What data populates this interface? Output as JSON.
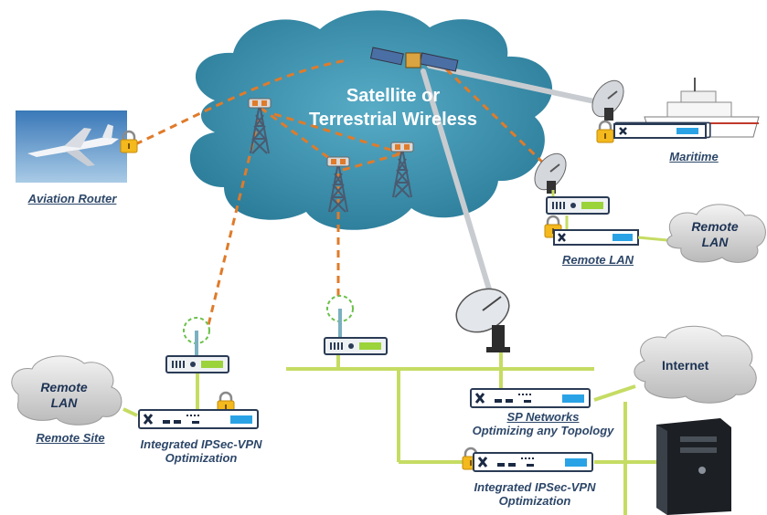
{
  "cloud": {
    "line1": "Satellite or",
    "line2": "Terrestrial Wireless"
  },
  "labels": {
    "aviation": "Aviation Router",
    "maritime": "Maritime",
    "remote_lan_label": "Remote LAN",
    "remote_site": "Remote Site",
    "ipsec_left_1": "Integrated IPSec-VPN",
    "ipsec_left_2": "Optimization",
    "sp_networks": "SP Networks",
    "optimizing": "Optimizing any Topology",
    "ipsec_right_1": "Integrated IPSec-VPN",
    "ipsec_right_2": "Optimization"
  },
  "grey_clouds": {
    "remote_lan_right_1": "Remote",
    "remote_lan_right_2": "LAN",
    "remote_lan_left_1": "Remote",
    "remote_lan_left_2": "LAN",
    "internet": "Internet"
  },
  "colors": {
    "cloud_fill": "#3b8fab",
    "link_dash": "#e07b2a",
    "satellite_beam": "#c8ccd0",
    "lan_line": "#c5dc63",
    "label_text": "#2d4769"
  },
  "icons": [
    "airplane-icon",
    "ship-icon",
    "satellite-icon",
    "satellite-dish-icon",
    "radio-tower-icon",
    "router-icon",
    "wireless-bridge-icon",
    "server-tower-icon",
    "padlock-icon"
  ]
}
